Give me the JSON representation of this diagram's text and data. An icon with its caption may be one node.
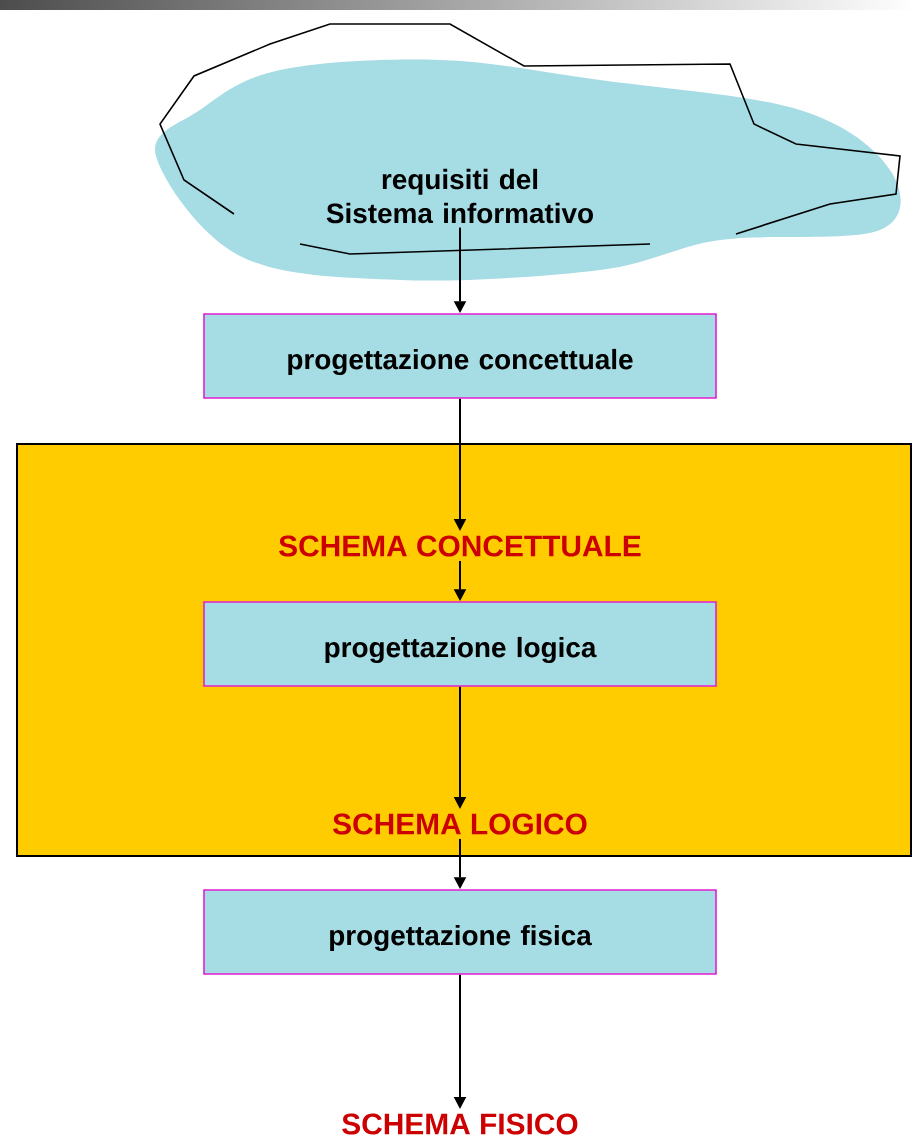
{
  "diagram": {
    "nodes": [
      {
        "text": [
          "requisiti del Sistema informativo"
        ]
      },
      {
        "text": [
          "progettazione concettuale"
        ]
      },
      {
        "text": [],
        "shape": "box"
      },
      {
        "text": [
          "SCHEMA CONCETTUALE"
        ],
        "in": 2
      },
      {
        "text": [
          "progettazione logica"
        ],
        "in": 2
      },
      {
        "text": [
          "SCHEMA LOGICO"
        ],
        "in": 2
      },
      {
        "text": [
          "progettazione fisica"
        ]
      },
      {
        "text": [
          "SCHEMA FISICO"
        ]
      }
    ],
    "edges": [
      {
        "from": 0,
        "to": 1,
        "arrow": "to"
      },
      {
        "from": 1,
        "to": 3,
        "arrow": "to"
      },
      {
        "from": 3,
        "to": 4,
        "arrow": "to"
      },
      {
        "from": 4,
        "to": 5,
        "arrow": "to"
      },
      {
        "from": 5,
        "to": 6,
        "arrow": "to"
      },
      {
        "from": 6,
        "to": 7,
        "arrow": "to"
      }
    ]
  }
}
